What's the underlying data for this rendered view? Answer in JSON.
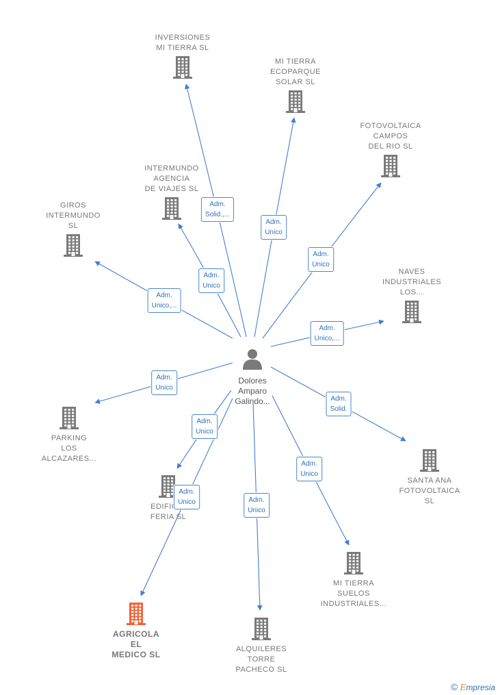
{
  "center": {
    "label": "Dolores\nAmparo\nGalindo..."
  },
  "companies": [
    {
      "id": "inversiones",
      "label": "INVERSIONES\nMI TIERRA  SL",
      "highlight": false
    },
    {
      "id": "ecoparque",
      "label": "MI TIERRA\nECOPARQUE\nSOLAR SL",
      "highlight": false
    },
    {
      "id": "fotovoltaica-campos",
      "label": "FOTOVOLTAICA\nCAMPOS\nDEL RIO  SL",
      "highlight": false
    },
    {
      "id": "intermundo-agencia",
      "label": "INTERMUNDO\nAGENCIA\nDE VIAJES SL",
      "highlight": false
    },
    {
      "id": "giros",
      "label": "GIROS\nINTERMUNDO\nSL",
      "highlight": false
    },
    {
      "id": "naves",
      "label": "NAVES\nINDUSTRIALES\nLOS...",
      "highlight": false
    },
    {
      "id": "parking",
      "label": "PARKING\nLOS\nALCAZARES...",
      "highlight": false
    },
    {
      "id": "santa-ana",
      "label": "SANTA ANA\nFOTOVOLTAICA\nSL",
      "highlight": false
    },
    {
      "id": "edificio",
      "label": "EDIFICIO\nFERIA  SL",
      "highlight": false
    },
    {
      "id": "suelos",
      "label": "MI TIERRA\nSUELOS\nINDUSTRIALES...",
      "highlight": false
    },
    {
      "id": "agricola",
      "label": "AGRICOLA\nEL\nMEDICO  SL",
      "highlight": true
    },
    {
      "id": "alquileres",
      "label": "ALQUILERES\nTORRE\nPACHECO  SL",
      "highlight": false
    }
  ],
  "roles": [
    {
      "target": "inversiones",
      "label": "Adm.\nSolid.,..."
    },
    {
      "target": "ecoparque",
      "label": "Adm.\nUnico"
    },
    {
      "target": "fotovoltaica-campos",
      "label": "Adm.\nUnico"
    },
    {
      "target": "intermundo-agencia",
      "label": "Adm.\nUnico"
    },
    {
      "target": "giros",
      "label": "Adm.\nUnico,..."
    },
    {
      "target": "naves",
      "label": "Adm.\nUnico,..."
    },
    {
      "target": "parking",
      "label": "Adm.\nUnico"
    },
    {
      "target": "santa-ana",
      "label": "Adm.\nSolid."
    },
    {
      "target": "edificio",
      "label": "Adm.\nUnico"
    },
    {
      "target": "suelos",
      "label": "Adm.\nUnico"
    },
    {
      "target": "agricola",
      "label": "Adm.\nUnico"
    },
    {
      "target": "alquileres",
      "label": "Adm.\nUnico"
    }
  ],
  "colors": {
    "edge": "#3f7fcf",
    "building": "#7a7a7a",
    "building_highlight": "#f0643a",
    "person": "#7a7a7a"
  },
  "watermark": {
    "copyright": "©",
    "brand_initial": "E",
    "brand_rest": "mpresia"
  }
}
